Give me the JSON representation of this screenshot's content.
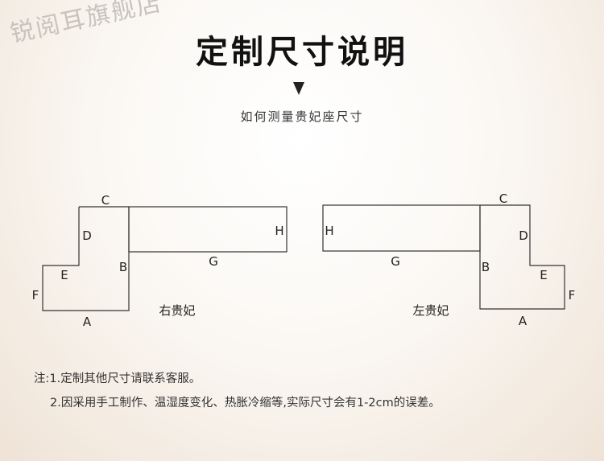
{
  "watermark": "锐阅耳旗舰店",
  "title": "定制尺寸说明",
  "subtitle": "如何测量贵妃座尺寸",
  "right_diagram": {
    "caption": "右贵妃",
    "labels": {
      "A": "A",
      "B": "B",
      "C": "C",
      "D": "D",
      "E": "E",
      "F": "F",
      "G": "G",
      "H": "H"
    }
  },
  "left_diagram": {
    "caption": "左贵妃",
    "labels": {
      "A": "A",
      "B": "B",
      "C": "C",
      "D": "D",
      "E": "E",
      "F": "F",
      "G": "G",
      "H": "H"
    }
  },
  "notes": {
    "line1": "注:1.定制其他尺寸请联系客服。",
    "line2": "2.因采用手工制作、温湿度变化、热胀冷缩等,实际尺寸会有1-2cm的误差。"
  },
  "colors": {
    "line": "#333333",
    "text": "#222222"
  }
}
